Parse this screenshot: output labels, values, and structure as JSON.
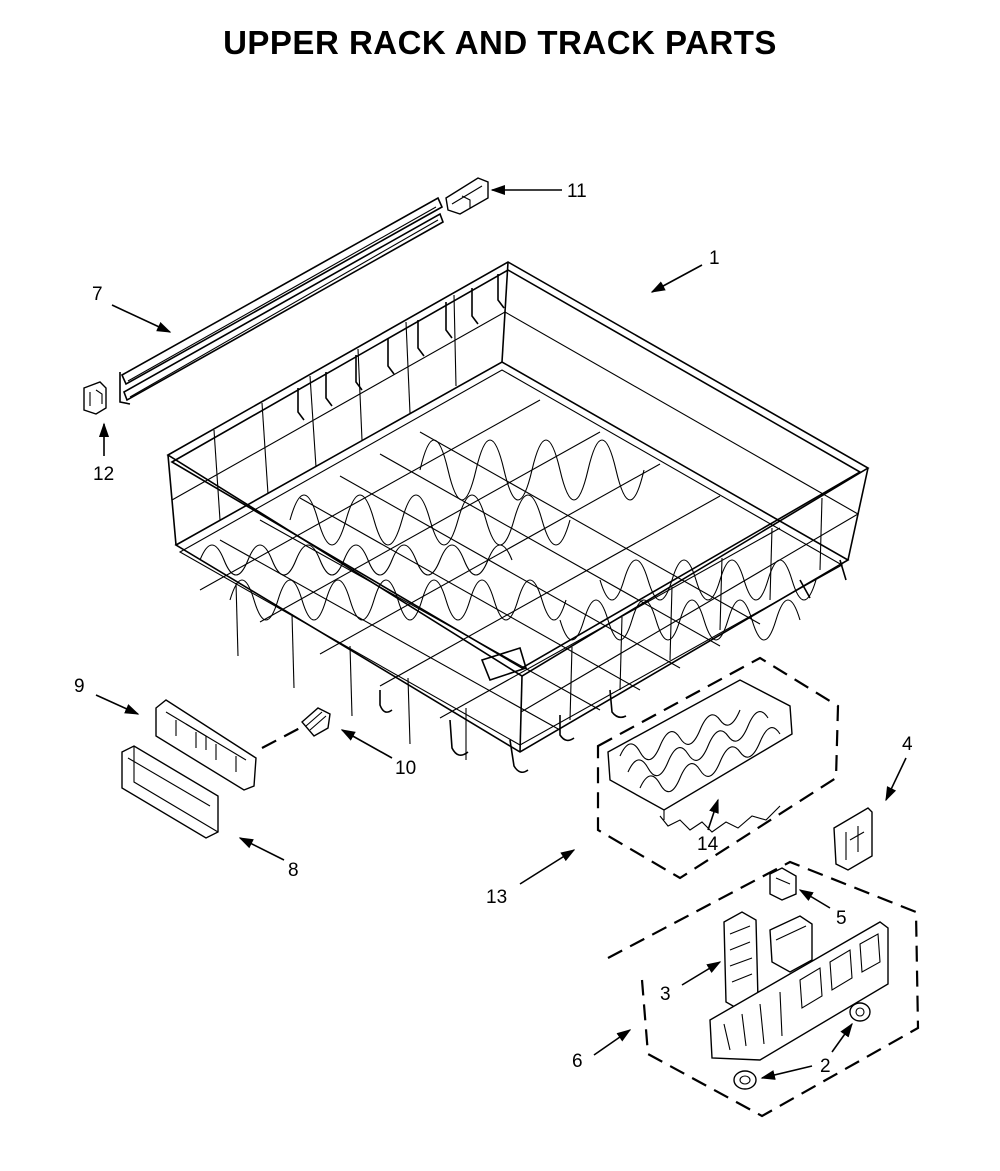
{
  "title": "UPPER RACK AND TRACK PARTS",
  "callouts": [
    {
      "id": "c1",
      "label": "1"
    },
    {
      "id": "c2",
      "label": "2"
    },
    {
      "id": "c3",
      "label": "3"
    },
    {
      "id": "c4",
      "label": "4"
    },
    {
      "id": "c5",
      "label": "5"
    },
    {
      "id": "c6",
      "label": "6"
    },
    {
      "id": "c7",
      "label": "7"
    },
    {
      "id": "c8",
      "label": "8"
    },
    {
      "id": "c9",
      "label": "9"
    },
    {
      "id": "c10",
      "label": "10"
    },
    {
      "id": "c11",
      "label": "11"
    },
    {
      "id": "c12",
      "label": "12"
    },
    {
      "id": "c13",
      "label": "13"
    },
    {
      "id": "c14",
      "label": "14"
    }
  ]
}
